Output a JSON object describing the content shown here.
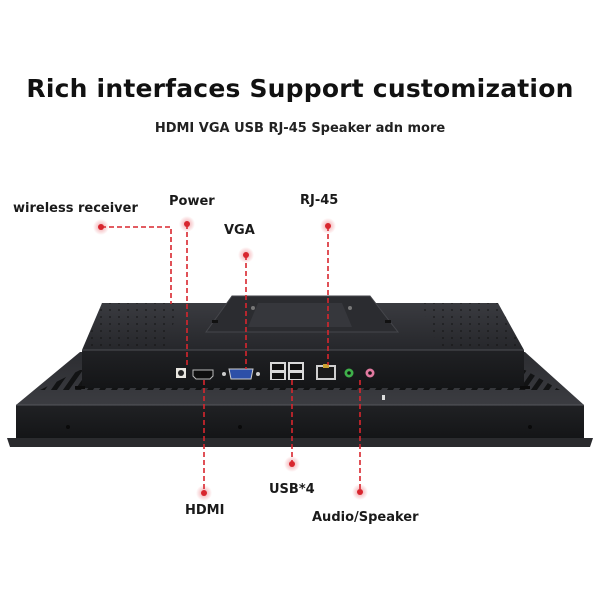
{
  "header": {
    "title": "Rich interfaces Support customization",
    "subtitle": "HDMI VGA USB RJ-45 Speaker adn more"
  },
  "callouts": [
    {
      "label": "wireless receiver",
      "position": "top"
    },
    {
      "label": "Power",
      "position": "top"
    },
    {
      "label": "VGA",
      "position": "top"
    },
    {
      "label": "RJ-45",
      "position": "top"
    },
    {
      "label": "HDMI",
      "position": "bottom"
    },
    {
      "label": "USB*4",
      "position": "bottom"
    },
    {
      "label": "Audio/Speaker",
      "position": "bottom"
    }
  ],
  "colors": {
    "callout_red": "#d8262e",
    "device_dark": "#1e1f22",
    "background": "#ffffff"
  },
  "product": {
    "ports": [
      "DC power jack",
      "HDMI",
      "VGA",
      "USB x4",
      "RJ-45",
      "Audio in (green)",
      "Audio out (pink)"
    ]
  }
}
